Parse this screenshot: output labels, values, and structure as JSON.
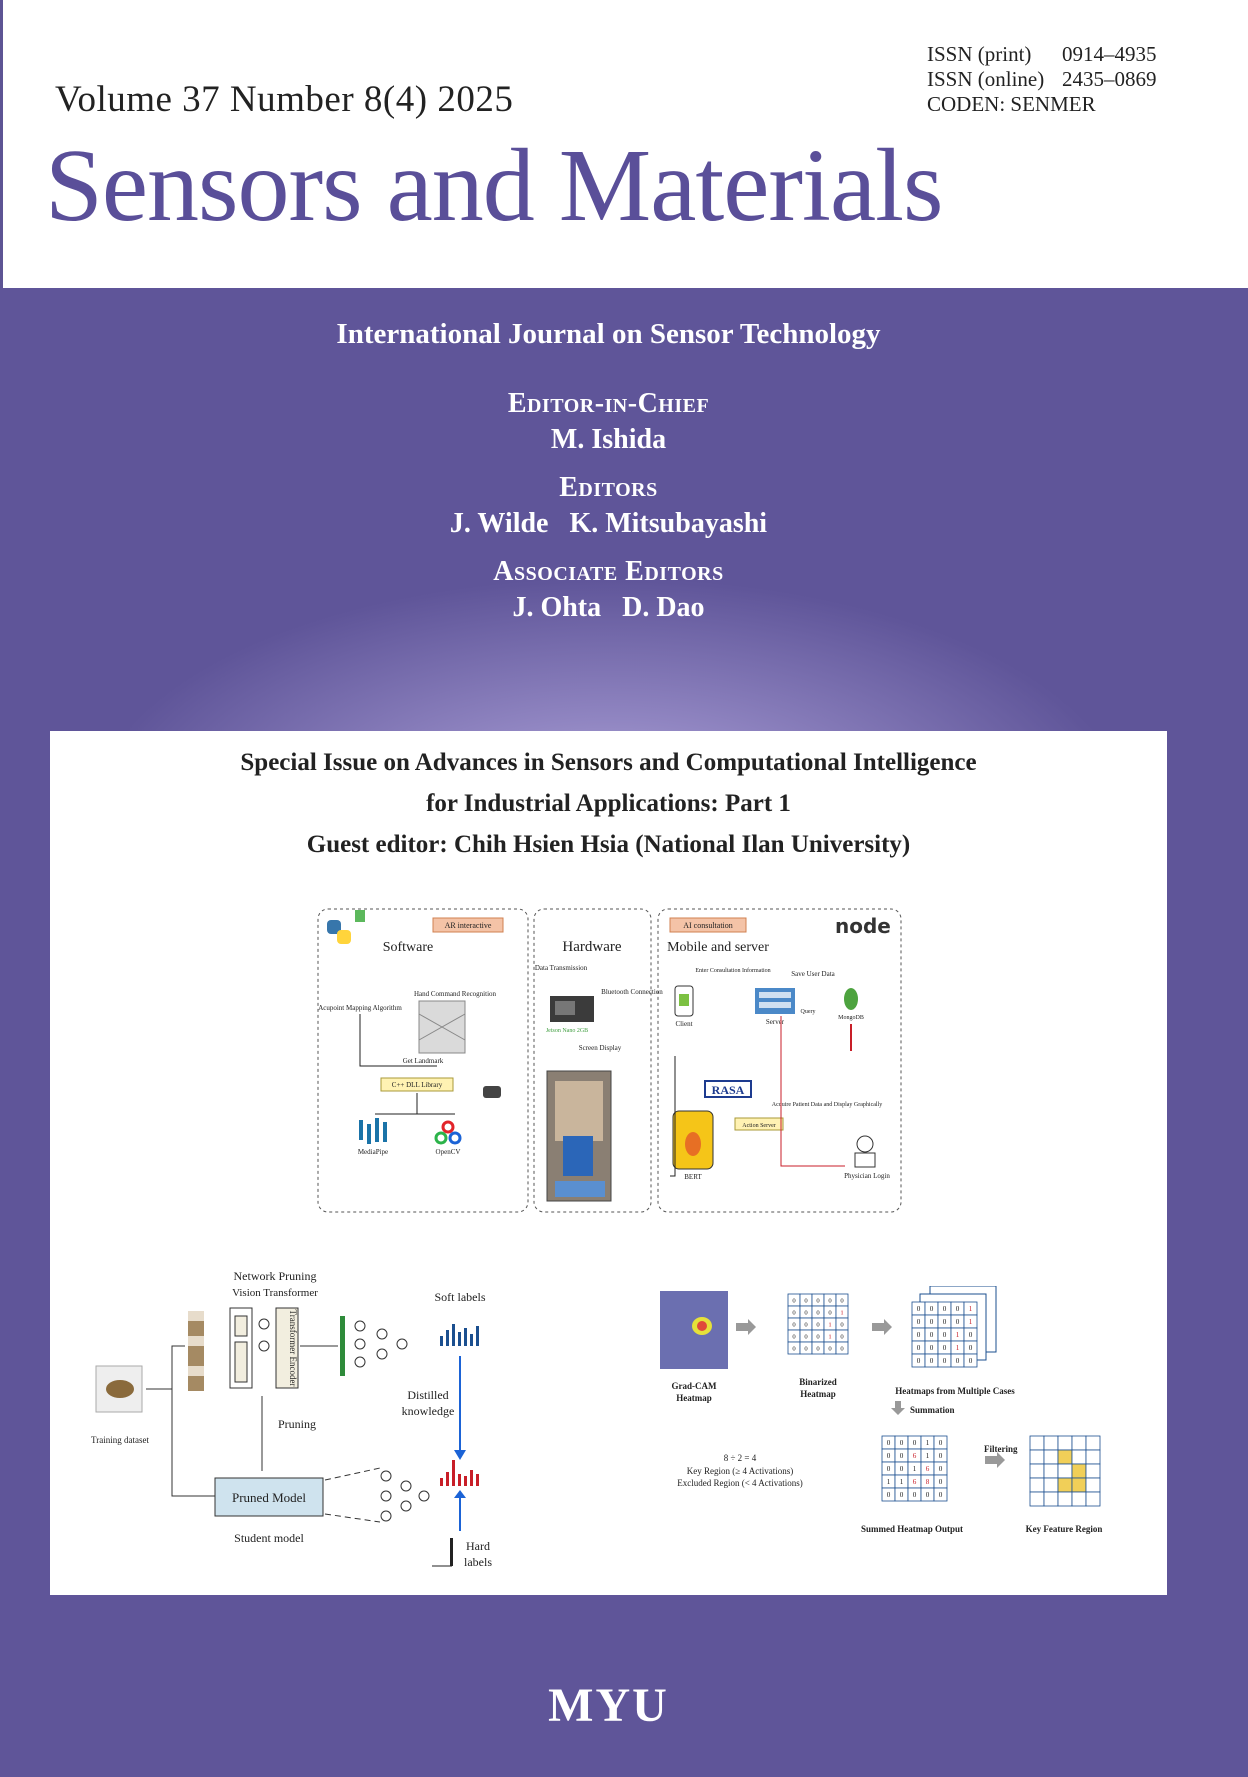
{
  "header": {
    "volume": "Volume 37 Number 8(4) 2025",
    "issn_print_label": "ISSN (print)",
    "issn_print_value": "0914–4935",
    "issn_online_label": "ISSN (online)",
    "issn_online_value": "2435–0869",
    "coden": "CODEN: SENMER",
    "title": "Sensors and Materials"
  },
  "band": {
    "subtitle": "International Journal on Sensor Technology",
    "editor_in_chief_label": "Editor-in-Chief",
    "editor_in_chief": "M. Ishida",
    "editors_label": "Editors",
    "editors": "J. Wilde   K. Mitsubayashi",
    "associate_label": "Associate Editors",
    "associates": "J. Ohta   D. Dao"
  },
  "special_issue": {
    "line1": "Special Issue on Advances in Sensors and Computational Intelligence",
    "line2": "for Industrial Applications: Part 1",
    "line3": "Guest editor: Chih Hsien Hsia (National Ilan University)"
  },
  "fig1": {
    "software": "Software",
    "hardware": "Hardware",
    "mobile": "Mobile and server",
    "ar_interactive": "AR interactive",
    "ai_consultation": "AI consultation",
    "node": "node",
    "data_transmission": "Data Transmission",
    "hand_command": "Hand Command Recognition",
    "acupoint": "Acupoint Mapping Algorithm",
    "get_landmark": "Get Landmark",
    "dll_library": "C++ DLL Library",
    "mediapipe": "MediaPipe",
    "opencv": "OpenCV",
    "bluetooth": "Bluetooth Connection",
    "jetson": "Jetson Nano 2GB",
    "screen_display": "Screen Display",
    "enter_consult": "Enter Consultation Information",
    "save_user": "Save User Data",
    "client": "Client",
    "server": "Server",
    "query": "Query",
    "mongodb": "MongoDB",
    "rasa": "RASA",
    "action_server": "Action Server",
    "acquire": "Acquire Patient Data and Display Graphically",
    "bert": "BERT",
    "physician": "Physician Login"
  },
  "fig2": {
    "network_pruning": "Network Pruning",
    "vision_transformer": "Vision Transformer",
    "transformer_encoder": "Transformer Encoder",
    "soft_labels": "Soft labels",
    "distilled": "Distilled",
    "knowledge": "knowledge",
    "pruning": "Pruning",
    "training_dataset": "Training dataset",
    "pruned_model": "Pruned Model",
    "student_model": "Student model",
    "hard": "Hard",
    "labels": "labels"
  },
  "fig3": {
    "gradcam1": "Grad-CAM",
    "gradcam2": "Heatmap",
    "binarized1": "Binarized",
    "binarized2": "Heatmap",
    "multiple": "Heatmaps from Multiple Cases",
    "summation": "Summation",
    "formula": "8 ÷ 2 = 4",
    "key_region_def": "Key Region (≥ 4 Activations)",
    "excluded_def": "Excluded Region (< 4 Activations)",
    "filtering": "Filtering",
    "summed_output": "Summed Heatmap Output",
    "key_feature": "Key Feature Region",
    "binarized_grid": [
      [
        0,
        0,
        0,
        0,
        0
      ],
      [
        0,
        0,
        0,
        0,
        1
      ],
      [
        0,
        0,
        0,
        1,
        0
      ],
      [
        0,
        0,
        0,
        1,
        0
      ],
      [
        0,
        0,
        0,
        0,
        0
      ]
    ],
    "case_grid": [
      [
        0,
        0,
        0,
        0,
        1
      ],
      [
        0,
        0,
        0,
        0,
        1
      ],
      [
        0,
        0,
        0,
        1,
        0
      ],
      [
        0,
        0,
        0,
        1,
        0
      ],
      [
        0,
        0,
        0,
        0,
        0
      ]
    ],
    "summed_grid": [
      [
        0,
        0,
        0,
        1,
        0
      ],
      [
        0,
        0,
        6,
        1,
        0
      ],
      [
        0,
        0,
        1,
        6,
        0
      ],
      [
        1,
        1,
        6,
        8,
        0
      ],
      [
        0,
        0,
        0,
        0,
        0
      ]
    ]
  },
  "footer": {
    "publisher": "MYU"
  },
  "colors": {
    "brand": "#5a4f99",
    "band": "#5f5599",
    "key_cell": "#f1cf58"
  }
}
